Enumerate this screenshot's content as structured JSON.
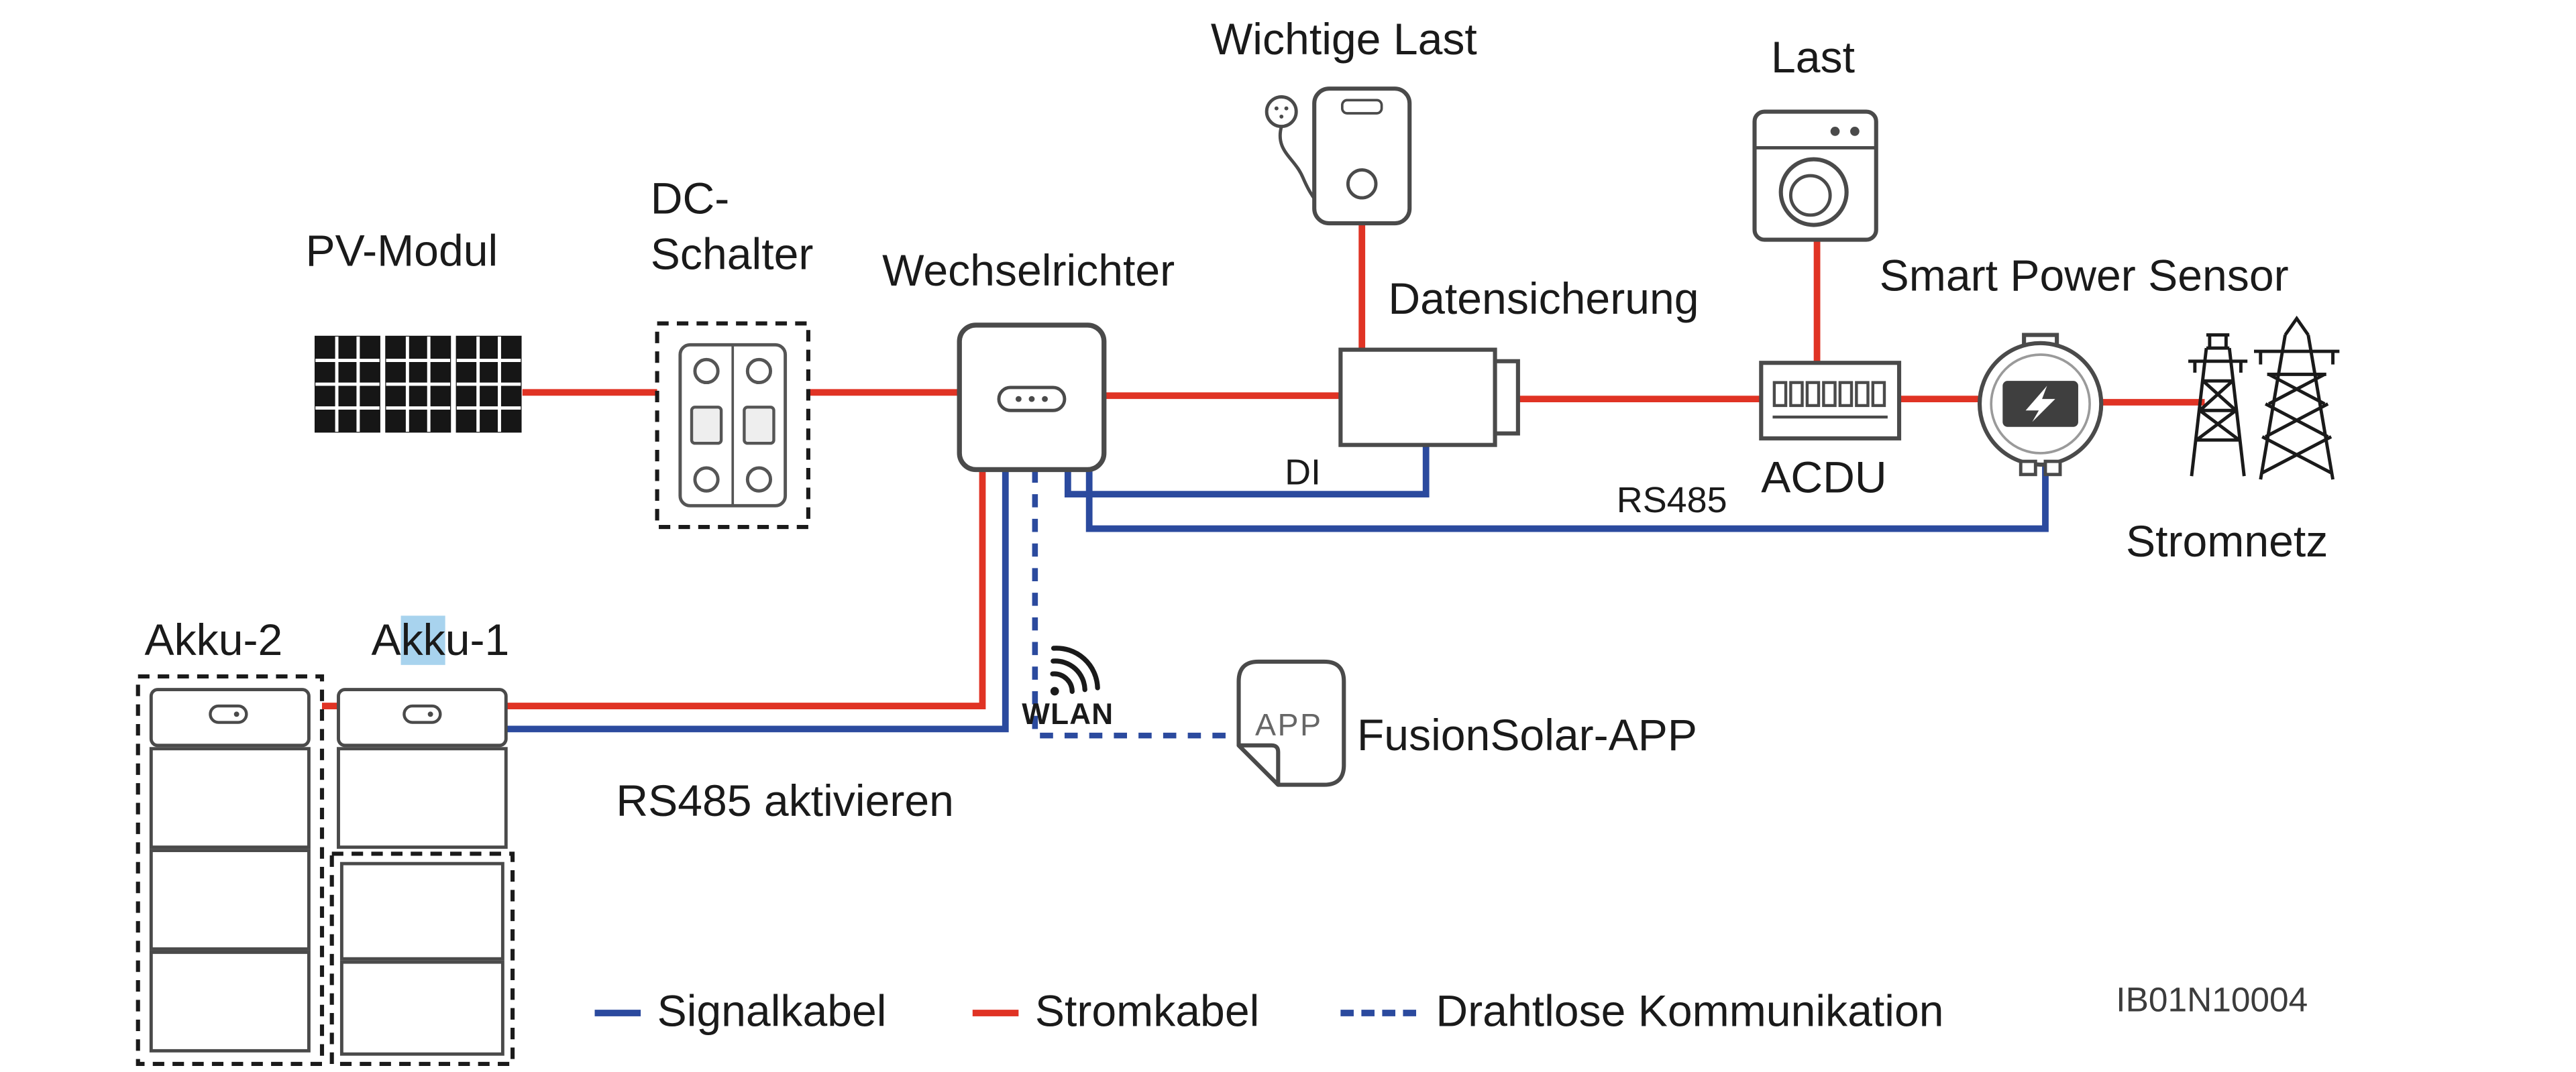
{
  "diagram": {
    "labels": {
      "wichtige_last": "Wichtige Last",
      "last": "Last",
      "pv_modul": "PV-Modul",
      "dc_schalter_line1": "DC-",
      "dc_schalter_line2": "Schalter",
      "wechselrichter": "Wechselrichter",
      "datensicherung": "Datensicherung",
      "di": "DI",
      "rs485": "RS485",
      "acdu": "ACDU",
      "smart_power_sensor": "Smart Power Sensor",
      "stromnetz": "Stromnetz",
      "akku_2": "Akku-2",
      "akku_1_pre": "A",
      "akku_1_highlighted": "kk",
      "akku_1_post": "u-1",
      "rs485_aktivieren": "RS485 aktivieren",
      "wlan": "WLAN",
      "app_icon_text": "APP",
      "fusionsolar_app": "FusionSolar-APP"
    },
    "legend": {
      "signal_cable": "Signalkabel",
      "power_cable": "Stromkabel",
      "wireless": "Drahtlose Kommunikation",
      "document_id": "IB01N10004"
    },
    "colors": {
      "power_cable": "#e03324",
      "signal_cable": "#2b4a9e",
      "wireless": "#2b4a9e",
      "text": "#1a1a1a",
      "akku1_selection_highlight": "#a8d3ee"
    }
  }
}
